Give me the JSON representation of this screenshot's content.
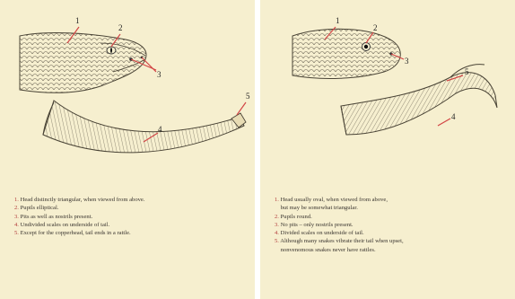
{
  "left": {
    "callouts": [
      "1",
      "2",
      "3",
      "4",
      "5"
    ],
    "items": [
      {
        "num": "1.",
        "text": "Head distinctly triangular, when viewed from above."
      },
      {
        "num": "2.",
        "text": "Pupils elliptical."
      },
      {
        "num": "3.",
        "text": "Pits as well as nostrils present."
      },
      {
        "num": "4.",
        "text": "Undivided scales on underside of tail."
      },
      {
        "num": "5.",
        "text": "Except for the copperhead, tail ends in a rattle."
      }
    ]
  },
  "right": {
    "callouts": [
      "1",
      "2",
      "3",
      "4",
      "5"
    ],
    "items": [
      {
        "num": "1.",
        "text": "Head usually oval, when viewed from above,\n    but may be somewhat triangular."
      },
      {
        "num": "2.",
        "text": "Pupils round."
      },
      {
        "num": "3.",
        "text": "No pits – only nostrils present."
      },
      {
        "num": "4.",
        "text": "Divided scales on underside of tail."
      },
      {
        "num": "5.",
        "text": "Although many snakes vibrate their tail when upset,\n    nonvenomous snakes never have rattles."
      }
    ]
  },
  "colors": {
    "panel": "#f6efcf",
    "leader": "#d24545",
    "ink": "#3a3530"
  }
}
